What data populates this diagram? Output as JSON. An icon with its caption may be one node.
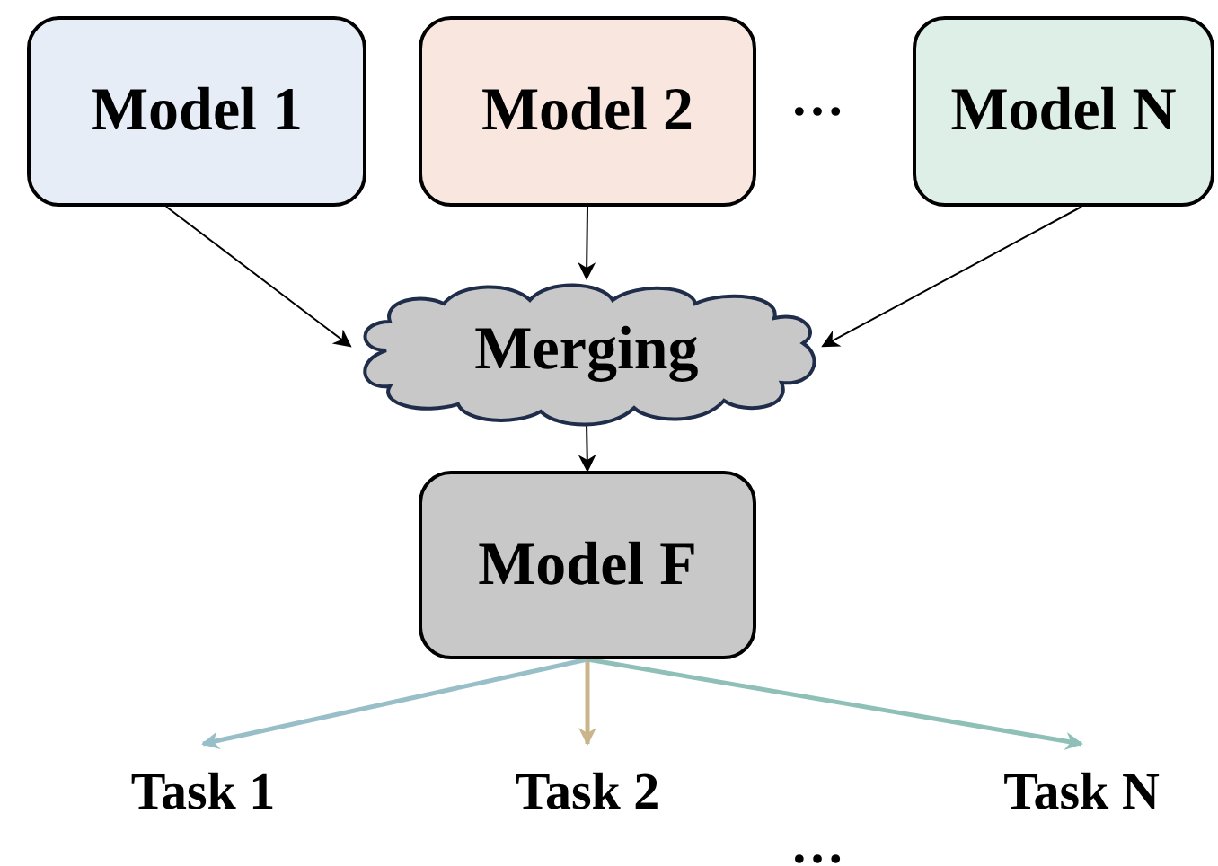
{
  "diagram": {
    "nodes": [
      {
        "text": [
          "Model 1"
        ]
      },
      {
        "text": [
          "Model 2"
        ]
      },
      {
        "text": [
          "Model N"
        ]
      },
      {
        "text": [
          "Merging"
        ]
      },
      {
        "text": [
          "Model F"
        ]
      },
      {
        "text": [
          "Task 1"
        ]
      },
      {
        "text": [
          "Task 2"
        ]
      },
      {
        "text": [
          "Task N"
        ]
      }
    ],
    "edges": [
      {
        "from": 0,
        "to": 3,
        "arrow": "to"
      },
      {
        "from": 1,
        "to": 3,
        "arrow": "to"
      },
      {
        "from": 2,
        "to": 3,
        "arrow": "to"
      },
      {
        "from": 3,
        "to": 4,
        "arrow": "to"
      },
      {
        "from": 4,
        "to": 5,
        "arrow": "to",
        "style": "thick",
        "color": "#98bfc8"
      },
      {
        "from": 4,
        "to": 6,
        "arrow": "to",
        "style": "thick",
        "color": "#c9b48c"
      },
      {
        "from": 4,
        "to": 7,
        "arrow": "to",
        "style": "thick",
        "color": "#8fc0b8"
      }
    ],
    "labels": [
      "…",
      "…"
    ]
  }
}
